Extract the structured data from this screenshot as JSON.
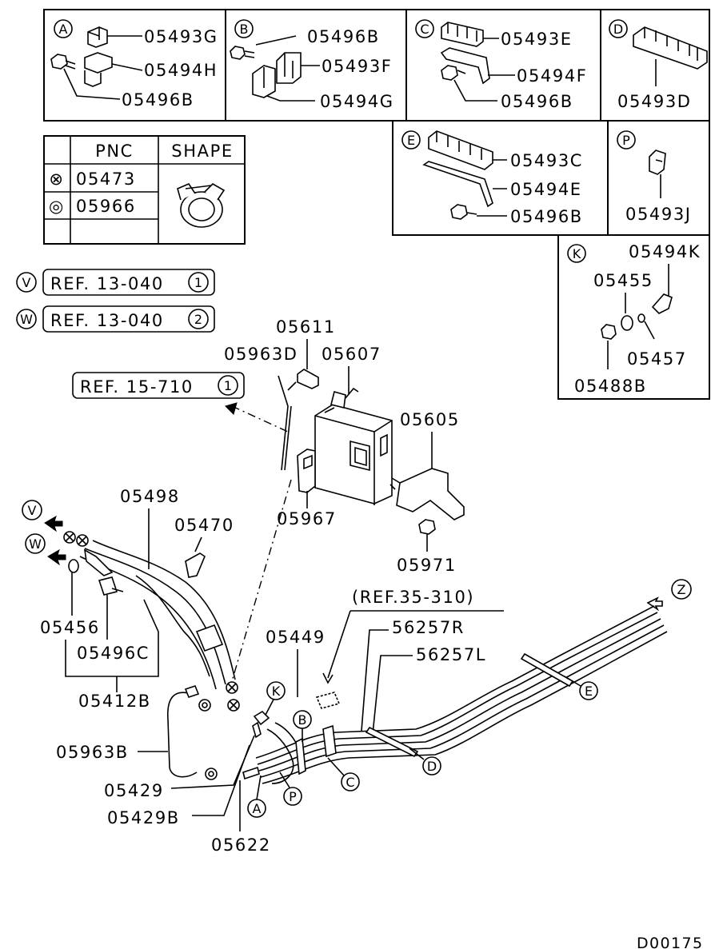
{
  "diagram": {
    "code": "D00175",
    "insets": {
      "A": {
        "letter": "A",
        "parts": [
          "05493G",
          "05494H",
          "05496B"
        ]
      },
      "B": {
        "letter": "B",
        "parts": [
          "05496B",
          "05493F",
          "05494G"
        ]
      },
      "C": {
        "letter": "C",
        "parts": [
          "05493E",
          "05494F",
          "05496B"
        ]
      },
      "D": {
        "letter": "D",
        "parts": [
          "05493D"
        ]
      },
      "E": {
        "letter": "E",
        "parts": [
          "05493C",
          "05494E",
          "05496B"
        ]
      },
      "P": {
        "letter": "P",
        "parts": [
          "05493J"
        ]
      },
      "K": {
        "letter": "K",
        "parts": [
          "05494K",
          "05455",
          "05457",
          "05488B"
        ]
      }
    },
    "pnc_table": {
      "headers": [
        "PNC",
        "SHAPE"
      ],
      "rows": [
        {
          "symbol": "⊗",
          "pnc": "05473"
        },
        {
          "symbol": "◎",
          "pnc": "05966"
        }
      ]
    },
    "refs": {
      "v": {
        "letter": "V",
        "text": "REF. 13-040",
        "num": "1"
      },
      "w": {
        "letter": "W",
        "text": "REF. 13-040",
        "num": "2"
      },
      "r15": {
        "text": "REF. 15-710",
        "num": "1"
      },
      "r35": {
        "text": "(REF.35-310)"
      }
    },
    "main_labels": {
      "p05611": "05611",
      "p05963D": "05963D",
      "p05607": "05607",
      "p05605": "05605",
      "p05967": "05967",
      "p05971": "05971",
      "p05498": "05498",
      "p05470": "05470",
      "p05456": "05456",
      "p05496C": "05496C",
      "p05412B": "05412B",
      "p05449": "05449",
      "p56257R": "56257R",
      "p56257L": "56257L",
      "p05963B": "05963B",
      "p05429": "05429",
      "p05429B": "05429B",
      "p05622": "05622"
    },
    "main_callouts": {
      "v": "V",
      "w": "W",
      "z": "Z",
      "k": "K",
      "b": "B",
      "c": "C",
      "d": "D",
      "e": "E",
      "a": "A",
      "p": "P"
    }
  }
}
